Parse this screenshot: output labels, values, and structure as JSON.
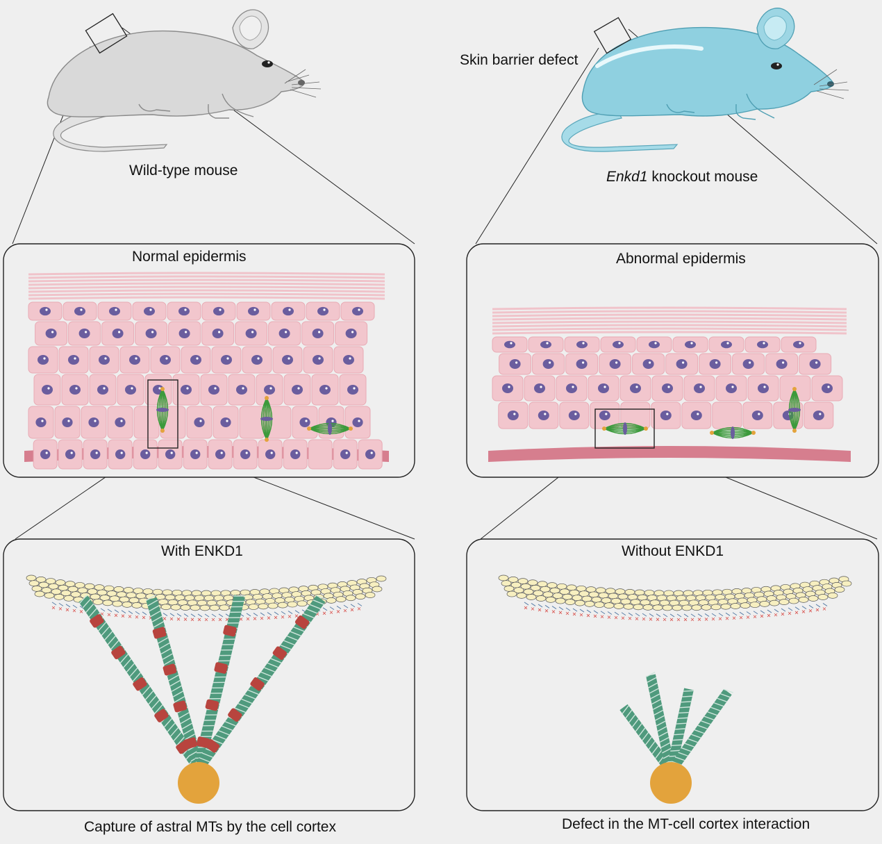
{
  "left": {
    "mouse_label": "Wild-type mouse",
    "epidermis_title": "Normal epidermis",
    "zoom_title": "With ENKD1",
    "caption": "Capture of astral MTs by the cell cortex"
  },
  "right": {
    "annotation": "Skin barrier defect",
    "mouse_label_gene": "Enkd1",
    "mouse_label_rest": " knockout mouse",
    "epidermis_title": "Abnormal epidermis",
    "zoom_title": "Without ENKD1",
    "caption": "Defect in the MT-cell cortex interaction"
  },
  "colors": {
    "background": "#efefef",
    "wildtype_mouse": "#d9d9d9",
    "knockout_mouse": "#8fd0e0",
    "cell_pink": "#f2c6cd",
    "basement_membrane": "#d67e8e",
    "nucleus": "#6a5d9e",
    "spindle_green": "#3c9a3c",
    "microtubule": "#4f9a7d",
    "enkd1_protein": "#b8443e",
    "centrosome": "#e3a33c",
    "cortex_bead": "#f7efc0"
  }
}
